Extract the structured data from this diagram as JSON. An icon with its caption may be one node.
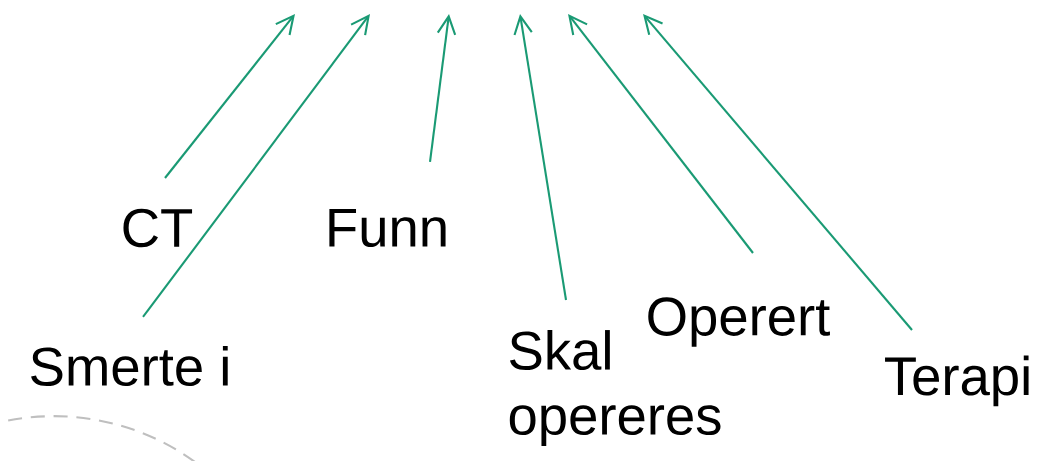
{
  "diagram": {
    "nodes": [
      {
        "text": [
          "CT"
        ]
      },
      {
        "text": [
          "Smerte i"
        ]
      },
      {
        "text": [
          "Funn"
        ]
      },
      {
        "text": [
          "Skal opereres"
        ]
      },
      {
        "text": [
          "Operert"
        ]
      },
      {
        "text": [
          "Terapi"
        ]
      }
    ],
    "edges": [
      {
        "from": 0,
        "to": null,
        "arrow": "to"
      },
      {
        "from": 1,
        "to": null,
        "arrow": "to"
      },
      {
        "from": 2,
        "to": null,
        "arrow": "to"
      },
      {
        "from": 3,
        "to": null,
        "arrow": "to"
      },
      {
        "from": 4,
        "to": null,
        "arrow": "to"
      },
      {
        "from": 5,
        "to": null,
        "arrow": "to"
      }
    ]
  }
}
